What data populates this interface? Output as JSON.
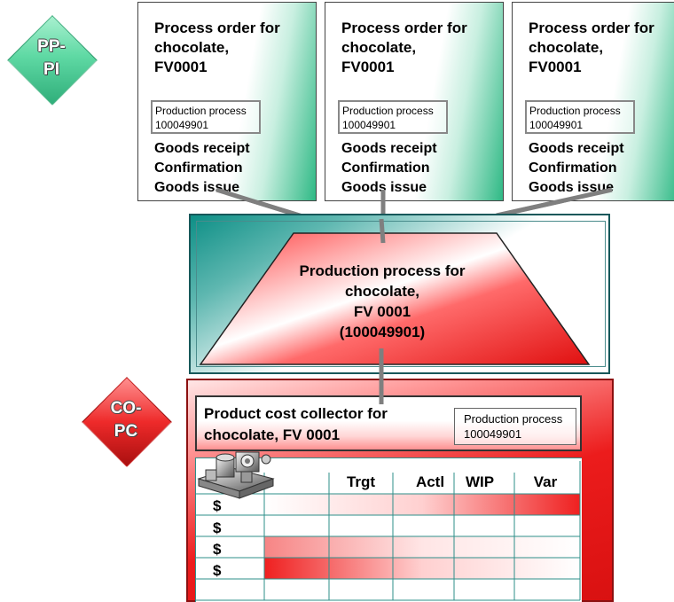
{
  "badges": {
    "pp_pi": {
      "line1": "PP-",
      "line2": "PI",
      "color": "#5fd9a4"
    },
    "co_pc": {
      "line1": "CO-",
      "line2": "PC",
      "color": "#ee2a2a"
    }
  },
  "process_orders": [
    {
      "title": "Process order for\nchocolate,\nFV0001",
      "process_label": "Production process",
      "process_id": "100049901",
      "steps": [
        "Goods receipt",
        "Confirmation",
        "Goods issue"
      ]
    },
    {
      "title": "Process order for\nchocolate,\nFV0001",
      "process_label": "Production process",
      "process_id": "100049901",
      "steps": [
        "Goods receipt",
        "Confirmation",
        "Goods issue"
      ]
    },
    {
      "title": "Process order for\nchocolate,\nFV0001",
      "process_label": "Production process",
      "process_id": "100049901",
      "steps": [
        "Goods receipt",
        "Confirmation",
        "Goods issue"
      ]
    }
  ],
  "production_process": {
    "text": "Production process for\nchocolate,\nFV 0001\n(100049901)",
    "color": "#ee1111"
  },
  "cost_collector": {
    "title": "Product cost collector for\nchocolate, FV 0001",
    "process_label": "Production process",
    "process_id": "100049901",
    "columns": [
      "Trgt",
      "Actl",
      "WIP",
      "Var"
    ],
    "rows": [
      "$",
      "$",
      "$",
      "$"
    ]
  },
  "colors": {
    "teal": "#2fb985",
    "red": "#ec1c1c",
    "connector": "#808080"
  }
}
